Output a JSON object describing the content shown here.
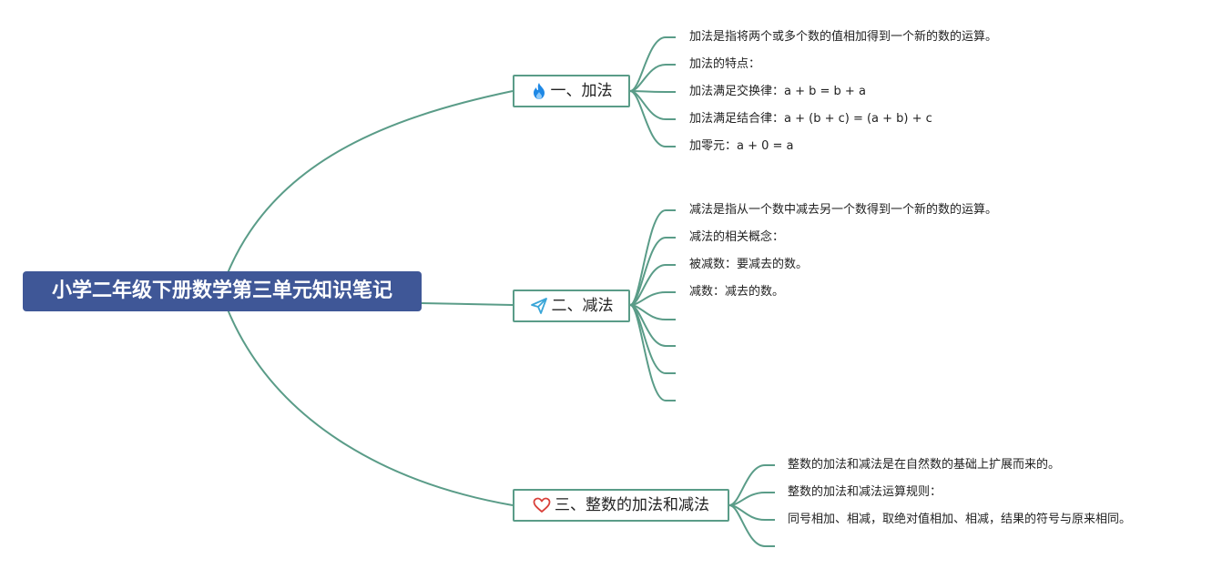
{
  "root": {
    "title": "小学二年级下册数学第三单元知识笔记"
  },
  "branches": [
    {
      "icon": "fire-icon",
      "label": "一、加法",
      "items": [
        "加法是指将两个或多个数的值相加得到一个新的数的运算。",
        "加法的特点：",
        "加法满足交换律：a + b = b + a",
        "加法满足结合律：a + (b + c) = (a + b) + c",
        "加零元：a + 0 = a"
      ]
    },
    {
      "icon": "paper-plane-icon",
      "label": "二、减法",
      "items": [
        "减法是指从一个数中减去另一个数得到一个新的数的运算。",
        "减法的相关概念：",
        "被减数：要减去的数。",
        "减数：减去的数。",
        "",
        "",
        "",
        ""
      ]
    },
    {
      "icon": "heart-icon",
      "label": "三、整数的加法和减法",
      "items": [
        "整数的加法和减法是在自然数的基础上扩展而来的。",
        "整数的加法和减法运算规则：",
        "同号相加、相减，取绝对值相加、相减，结果的符号与原来相同。",
        ""
      ]
    }
  ],
  "colors": {
    "line": "#5a9c88",
    "root_fill": "#3f5797",
    "fire": "#1e88e5",
    "plane": "#3aa6d8",
    "heart": "#d9403a"
  }
}
